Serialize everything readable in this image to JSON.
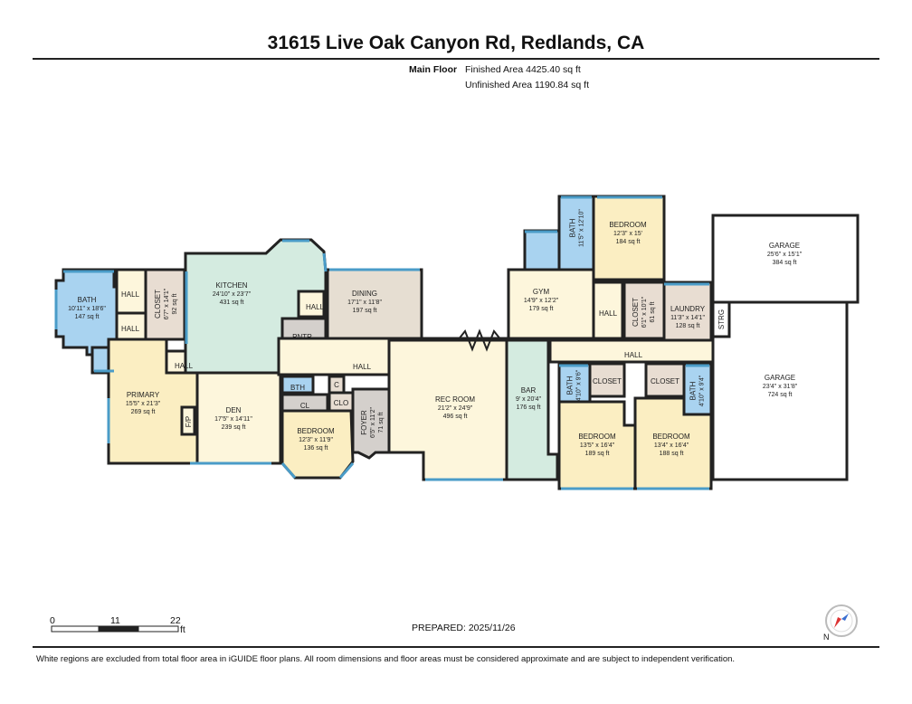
{
  "title": "31615 Live Oak Canyon Rd, Redlands, CA",
  "floor": {
    "name": "Main Floor",
    "finished_area": "Finished Area 4425.40 sq ft",
    "unfinished_area": "Unfinished Area 1190.84 sq ft"
  },
  "rooms": {
    "bath_left": {
      "name": "BATH",
      "dims": "10'11\" x 18'6\"",
      "area": "147 sq ft"
    },
    "hall_a": {
      "name": "HALL"
    },
    "hall_b": {
      "name": "HALL"
    },
    "closet_left": {
      "name": "CLOSET",
      "dims": "6'7\" x 14'1\"",
      "area": "92 sq ft"
    },
    "kitchen": {
      "name": "KITCHEN",
      "dims": "24'10\" x 23'7\"",
      "area": "431 sq ft"
    },
    "hall_kitchen": {
      "name": "HALL"
    },
    "pntr": {
      "name": "PNTR"
    },
    "dining": {
      "name": "DINING",
      "dims": "17'1\" x 11'8\"",
      "area": "197 sq ft"
    },
    "hall_c": {
      "name": "HALL"
    },
    "hall_main": {
      "name": "HALL"
    },
    "primary": {
      "name": "PRIMARY",
      "dims": "15'5\" x 21'3\"",
      "area": "269 sq ft"
    },
    "fp": {
      "name": "F/P"
    },
    "den": {
      "name": "DEN",
      "dims": "17'5\" x 14'11\"",
      "area": "239 sq ft"
    },
    "bth": {
      "name": "BTH"
    },
    "c": {
      "name": "C"
    },
    "cl": {
      "name": "CL"
    },
    "clo": {
      "name": "CLO"
    },
    "bedroom_mid": {
      "name": "BEDROOM",
      "dims": "12'3\" x 11'9\"",
      "area": "136 sq ft"
    },
    "foyer": {
      "name": "FOYER",
      "dims": "6'5\" x 11'2\"",
      "area": "71 sq ft"
    },
    "rec_room": {
      "name": "REC ROOM",
      "dims": "21'2\" x 24'9\"",
      "area": "496 sq ft"
    },
    "bar": {
      "name": "BAR",
      "dims": "9' x 20'4\"",
      "area": "176 sq ft"
    },
    "gym": {
      "name": "GYM",
      "dims": "14'9\" x 12'2\"",
      "area": "179 sq ft"
    },
    "bath_top": {
      "name": "BATH",
      "dims": "11'5\" x 12'10\""
    },
    "bedroom_top": {
      "name": "BEDROOM",
      "dims": "12'3\" x 15'",
      "area": "184 sq ft"
    },
    "hall_gym": {
      "name": "HALL"
    },
    "closet_top": {
      "name": "CLOSET",
      "dims": "6'1\" x 10'1\"",
      "area": "61 sq ft"
    },
    "laundry": {
      "name": "LAUNDRY",
      "dims": "11'3\" x 14'1\"",
      "area": "128 sq ft"
    },
    "hall_right": {
      "name": "HALL"
    },
    "strg": {
      "name": "STRG"
    },
    "garage_top": {
      "name": "GARAGE",
      "dims": "25'6\" x 15'1\"",
      "area": "384 sq ft"
    },
    "garage_bottom": {
      "name": "GARAGE",
      "dims": "23'4\" x 31'8\"",
      "area": "724 sq ft"
    },
    "bath_bl": {
      "name": "BATH",
      "dims": "4'10\" x 9'6\""
    },
    "closet_bl": {
      "name": "CLOSET"
    },
    "bedroom_bl": {
      "name": "BEDROOM",
      "dims": "13'5\" x 16'4\"",
      "area": "189 sq ft"
    },
    "closet_br": {
      "name": "CLOSET"
    },
    "bath_br": {
      "name": "BATH",
      "dims": "4'10\" x 9'4\""
    },
    "bedroom_br": {
      "name": "BEDROOM",
      "dims": "13'4\" x 16'4\"",
      "area": "188 sq ft"
    }
  },
  "scale": {
    "ticks": [
      "0",
      "11",
      "22"
    ],
    "unit": "ft"
  },
  "prepared": "PREPARED: 2025/11/26",
  "disclaimer": "White regions are excluded from total floor area in iGUIDE floor plans. All room dimensions and floor areas must be considered approximate and are subject to independent verification.",
  "colors": {
    "bath": "#a9d3f0",
    "kitchen": "#d4ebe0",
    "dining": "#e6ded2",
    "bedroom": "#fbeec2",
    "living": "#fdf6dc",
    "service": "#e8ddd2",
    "utility": "#d4d0cc",
    "garage": "#ffffff",
    "wall": "#222222",
    "window": "#4a9cc8"
  }
}
